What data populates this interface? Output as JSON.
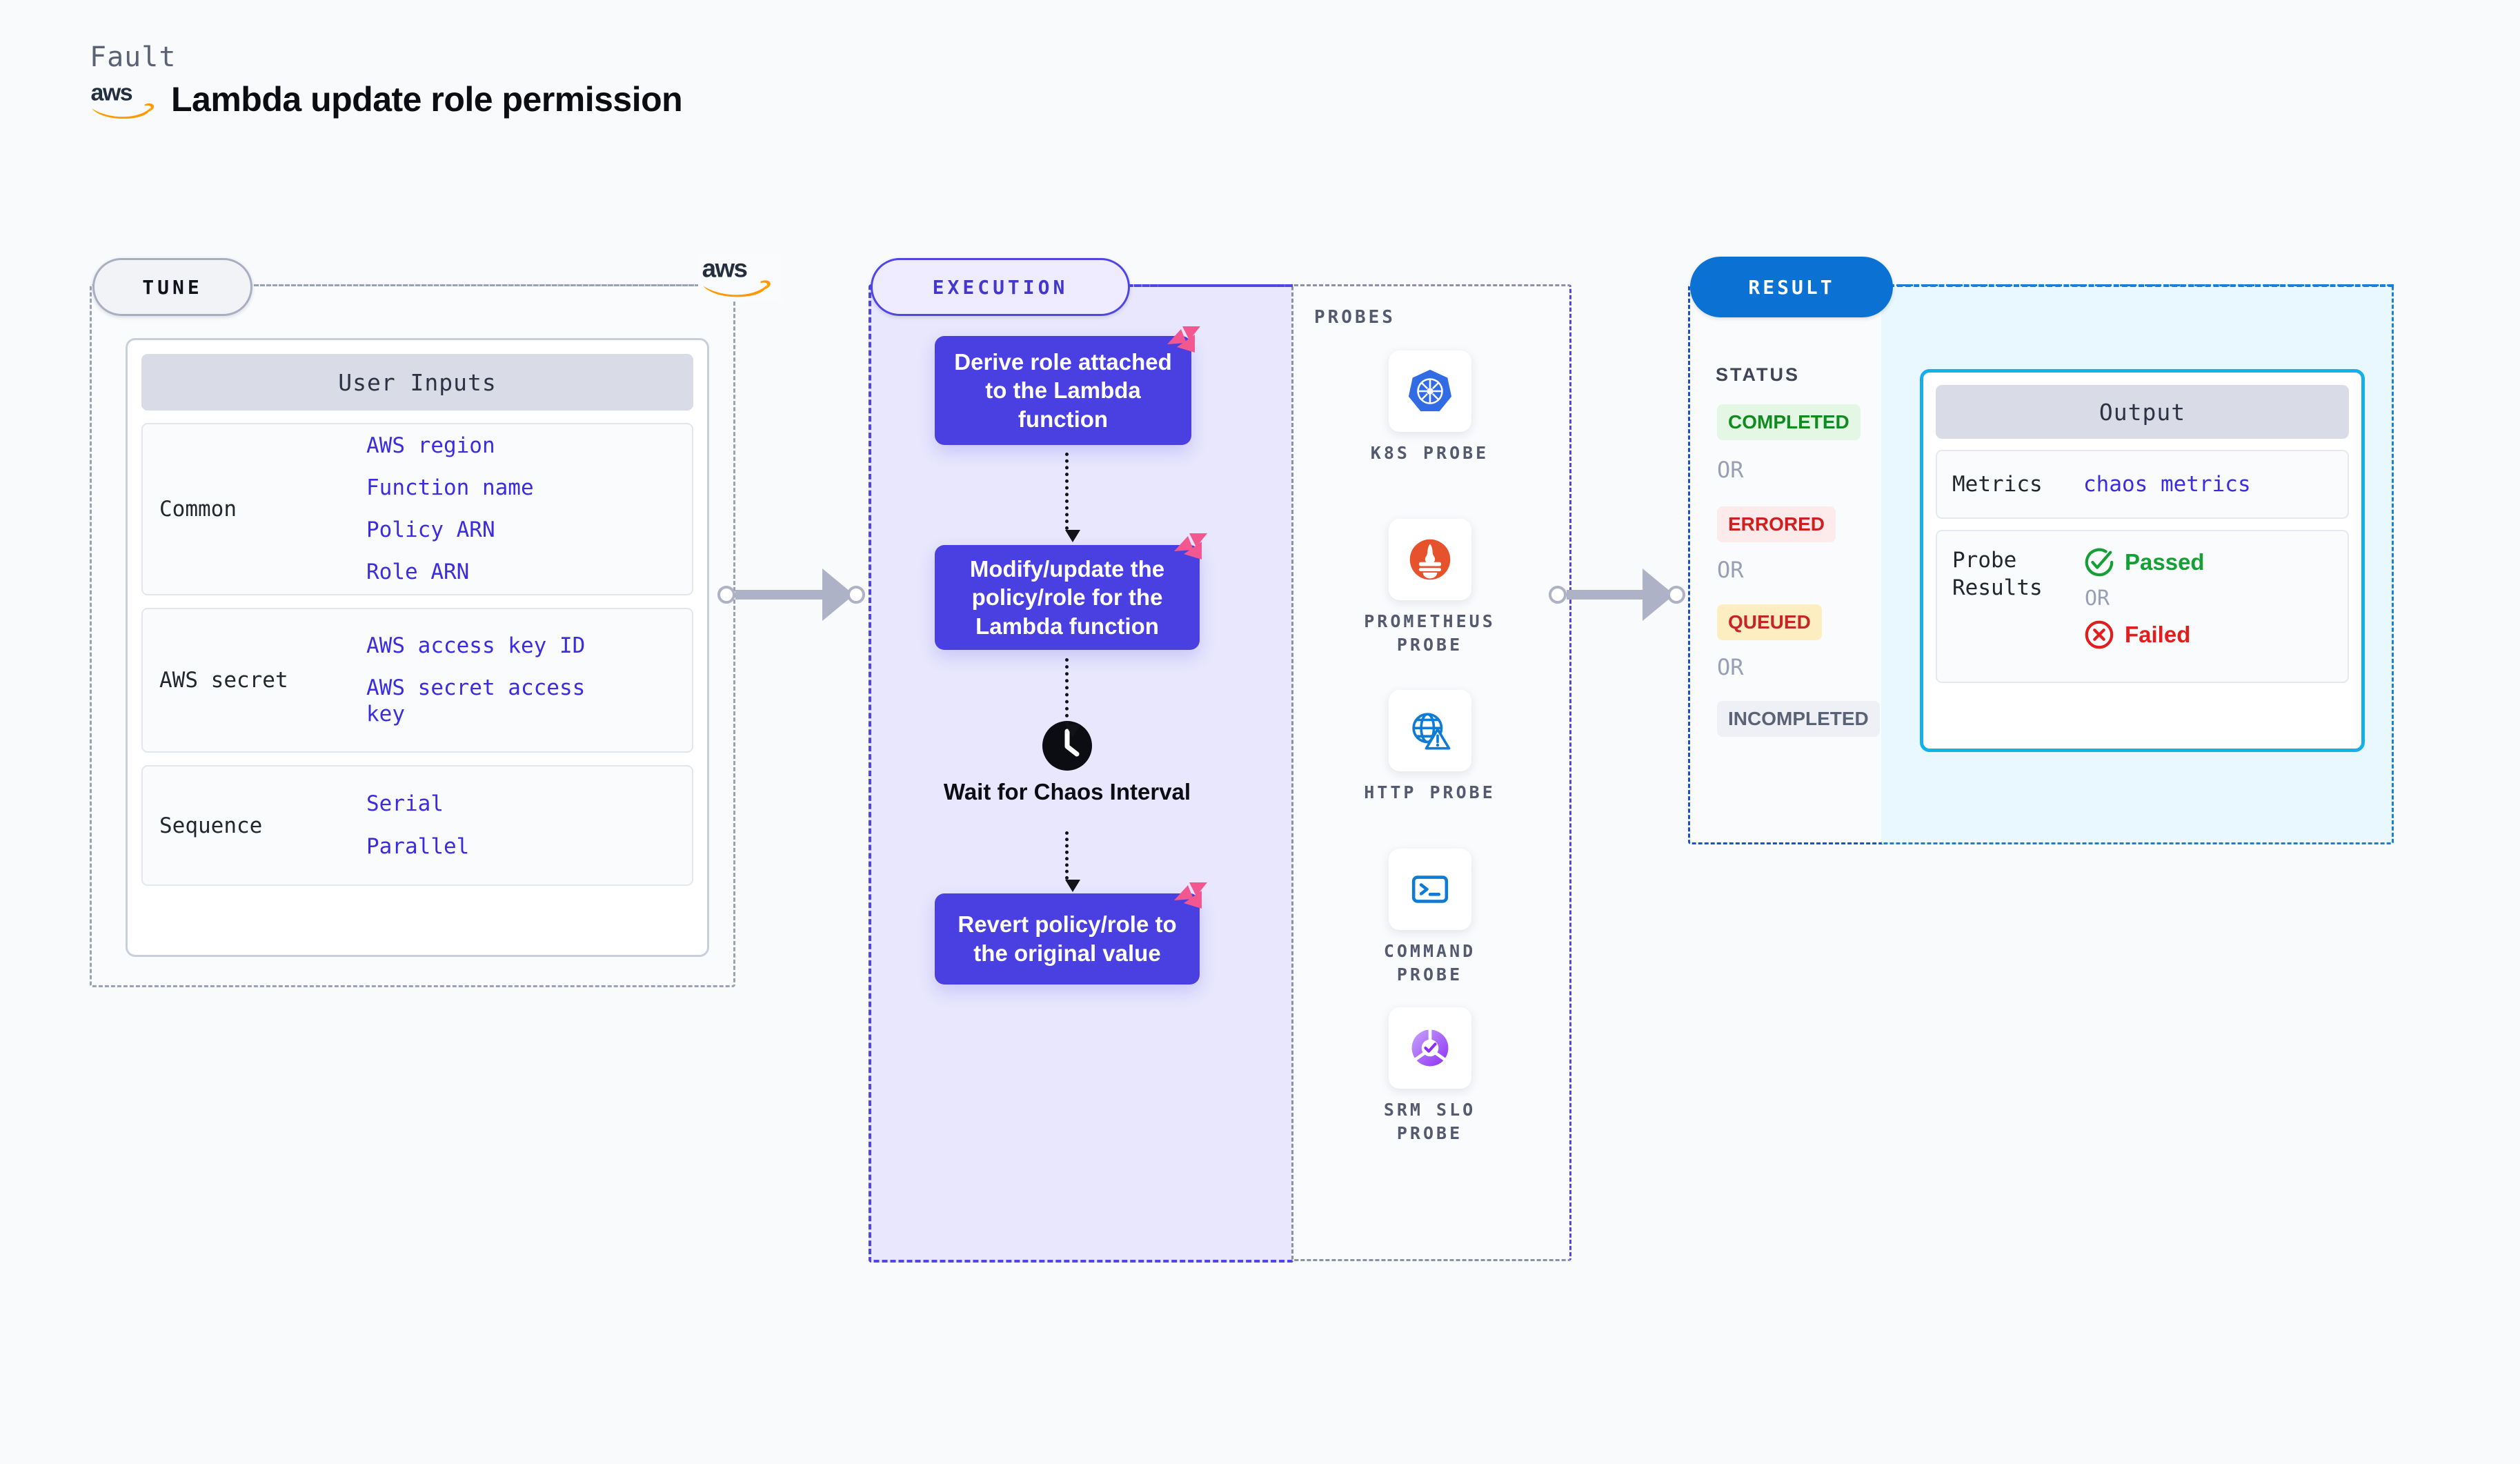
{
  "header": {
    "kicker": "Fault",
    "title": "Lambda update role permission",
    "logo_icon": "aws-logo"
  },
  "panels": {
    "tune": {
      "label": "TUNE"
    },
    "execution": {
      "label": "EXECUTION"
    },
    "probes": {
      "label": "PROBES"
    },
    "result": {
      "label": "RESULT"
    }
  },
  "tune": {
    "card_title": "User Inputs",
    "aws_badge_icon": "aws-logo",
    "sections": [
      {
        "label": "Common",
        "values": [
          "AWS region",
          "Function name",
          "Policy ARN",
          "Role ARN"
        ]
      },
      {
        "label": "AWS secret",
        "values": [
          "AWS access key ID",
          "AWS secret access key"
        ]
      },
      {
        "label": "Sequence",
        "values": [
          "Serial",
          "Parallel"
        ]
      }
    ]
  },
  "execution": {
    "steps": [
      {
        "text": "Derive role attached to the Lambda function",
        "badge_icon": "litmus-logo"
      },
      {
        "text": "Modify/update the policy/role for the Lambda function",
        "badge_icon": "litmus-logo"
      }
    ],
    "wait": {
      "icon": "clock-icon",
      "label": "Wait for Chaos Interval"
    },
    "final_step": {
      "text": "Revert policy/role to the original value",
      "badge_icon": "litmus-logo"
    }
  },
  "probes": {
    "items": [
      {
        "name": "K8S PROBE",
        "icon": "kubernetes-icon"
      },
      {
        "name": "PROMETHEUS PROBE",
        "icon": "prometheus-icon"
      },
      {
        "name": "HTTP PROBE",
        "icon": "globe-warning-icon"
      },
      {
        "name": "COMMAND PROBE",
        "icon": "terminal-icon"
      },
      {
        "name": "SRM SLO PROBE",
        "icon": "srm-slo-icon"
      }
    ]
  },
  "result": {
    "status_title": "STATUS",
    "or_label": "OR",
    "statuses": [
      {
        "label": "COMPLETED",
        "bg": "#e3f7e4",
        "fg": "#118a20"
      },
      {
        "label": "ERRORED",
        "bg": "#fdeaea",
        "fg": "#cf2020"
      },
      {
        "label": "QUEUED",
        "bg": "#fdeec2",
        "fg": "#c62525"
      },
      {
        "label": "INCOMPLETED",
        "bg": "#eef0f6",
        "fg": "#5a6275"
      }
    ],
    "output": {
      "card_title": "Output",
      "metrics_label": "Metrics",
      "metrics_value": "chaos metrics",
      "probe_results_label": "Probe Results",
      "or_label": "OR",
      "passed": {
        "label": "Passed",
        "color": "#15a035",
        "icon": "check-circle-icon"
      },
      "failed": {
        "label": "Failed",
        "color": "#e21d1d",
        "icon": "x-circle-icon"
      }
    }
  },
  "colors": {
    "indigo": "#4a3fe0",
    "aws_orange": "#ff9900",
    "aws_navy": "#232f3e",
    "litmus_pink": "#f2578f",
    "result_blue": "#0b72d4",
    "output_cyan": "#15b0e8"
  }
}
